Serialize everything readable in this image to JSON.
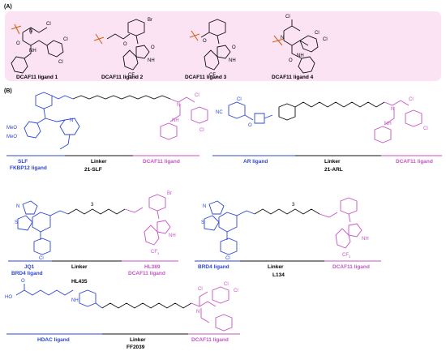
{
  "panel_a": {
    "label": "(A)",
    "ligands": [
      "DCAF11 ligand 1",
      "DCAF11 ligand 2",
      "DCAF11 ligand 3",
      "DCAF11 ligand 4"
    ]
  },
  "panel_b": {
    "label": "(B)",
    "constructs": [
      {
        "name": "21-SLF",
        "segments": [
          "SLF",
          "FKBP12 ligand",
          "Linker",
          "DCAF11 ligand"
        ]
      },
      {
        "name": "21-ARL",
        "segments": [
          "AR ligand",
          "Linker",
          "DCAF11 ligand"
        ]
      },
      {
        "name": "HL435",
        "segments": [
          "JQ1",
          "BRD4 ligand",
          "Linker",
          "HL389",
          "DCAF11 ligand"
        ]
      },
      {
        "name": "L134",
        "segments": [
          "BRD4 ligand",
          "Linker",
          "DCAF11 ligand"
        ]
      },
      {
        "name": "FF2039",
        "segments": [
          "HDAC ligand",
          "Linker",
          "DCAF11 ligand"
        ]
      }
    ]
  },
  "atoms": {
    "cl": "Cl",
    "n": "N",
    "o": "O",
    "h": "H",
    "nh": "NH",
    "br": "Br",
    "cf3": "CF",
    "three": "3",
    "meo": "MeO",
    "s": "S",
    "nc": "NC",
    "ho": "HO"
  },
  "colors": {
    "panel_a_bg": "#fbe3f3",
    "ligand_blue": "#2c46d6",
    "dcaf_magenta": "#c653c6",
    "linker_black": "#111111",
    "cut_orange": "#d1621f"
  }
}
